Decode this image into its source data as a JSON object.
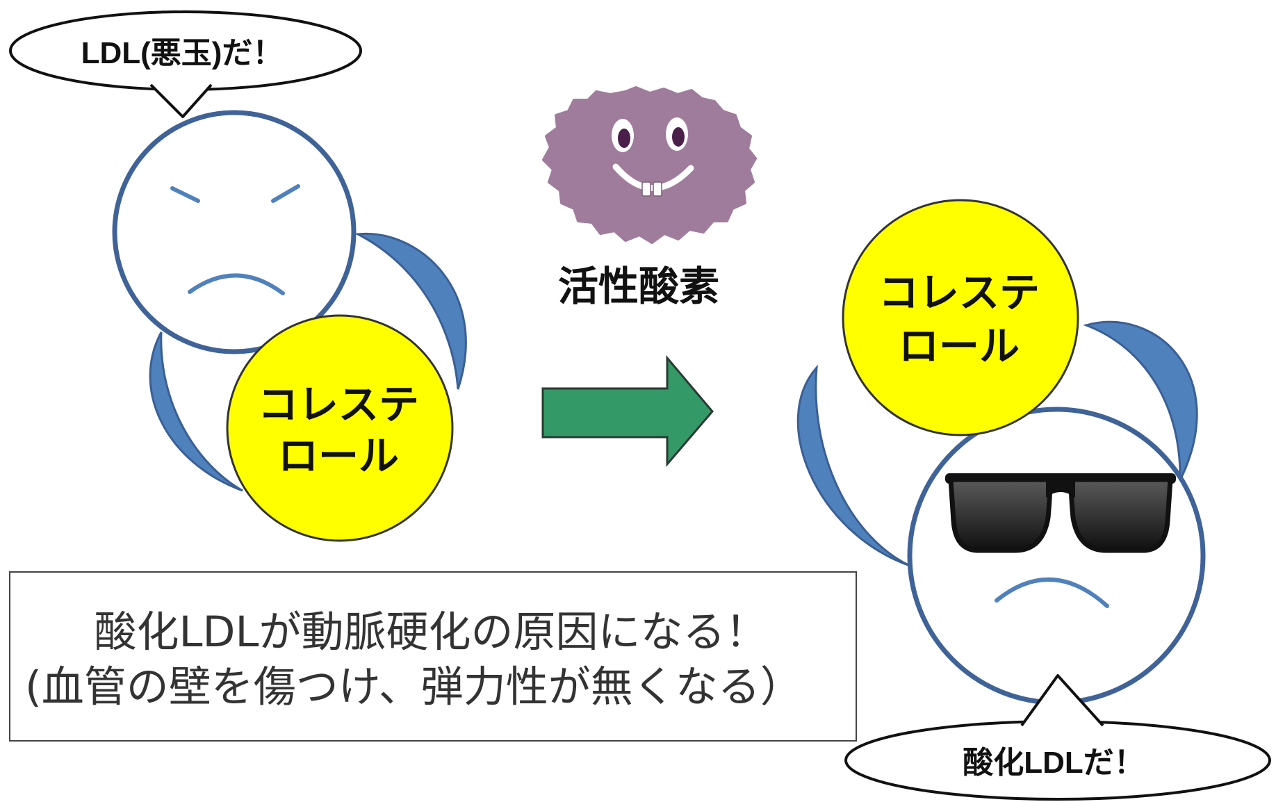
{
  "speech_bubbles": {
    "left": "LDL(悪玉)だ！",
    "right": "酸化LDLだ！"
  },
  "cholesterol": {
    "line1": "コレステ",
    "line2": "ロール"
  },
  "active_oxygen": {
    "label": "活性酸素",
    "icon": "active-oxygen-monster-icon"
  },
  "caption": {
    "line1": "酸化LDLが動脈硬化の原因になる！",
    "line2": "(血管の壁を傷つけ、弾力性が無くなる）"
  },
  "ldl": {
    "left_face_icon": "angry-face-icon",
    "right_face_icon": "sad-face-icon",
    "right_accessory_icon": "sunglasses-icon"
  },
  "arrow": {
    "icon": "right-arrow-icon"
  },
  "colors": {
    "cholesterol": "#FFFF00",
    "molecule_band": "#4F81BD",
    "face_outline": "#3F6398",
    "arrow": "#339966",
    "active_oxygen": "#A07C9C"
  }
}
